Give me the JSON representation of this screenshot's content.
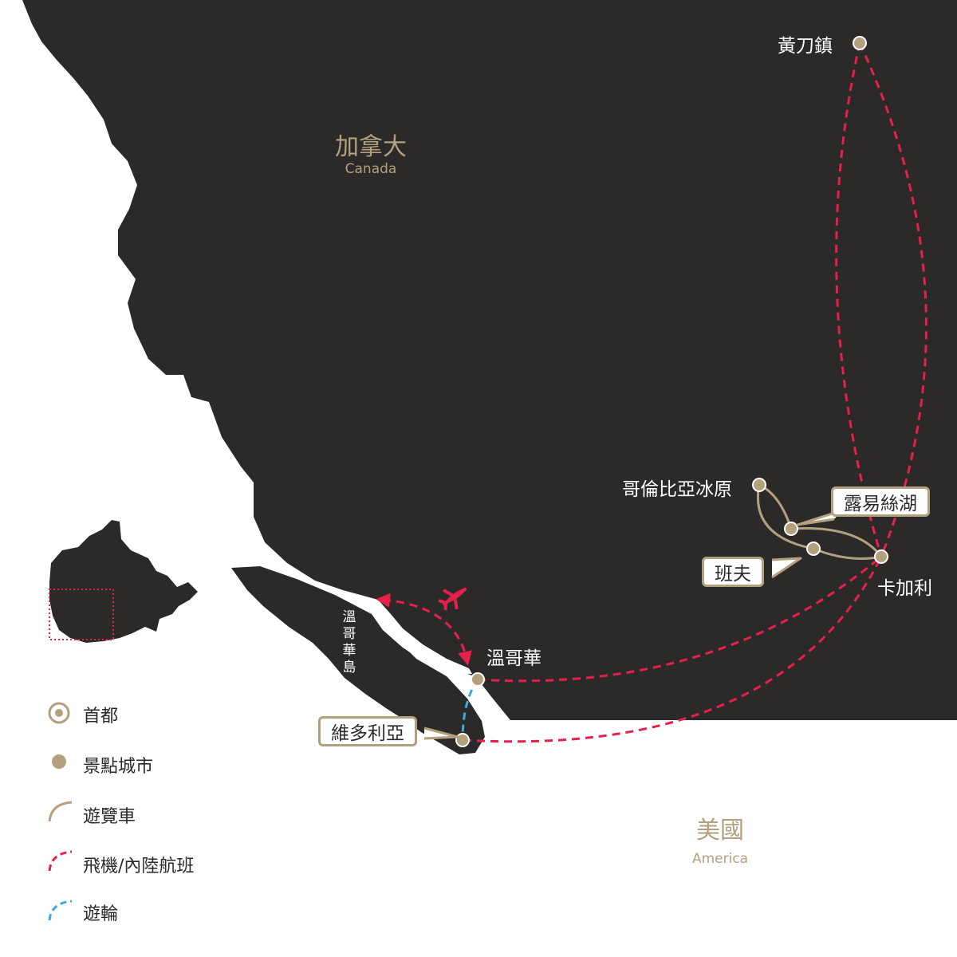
{
  "countries": {
    "canada": {
      "zh": "加拿大",
      "en": "Canada"
    },
    "america": {
      "zh": "美國",
      "en": "America"
    }
  },
  "places": {
    "yellowknife": "黃刀鎮",
    "columbia_icefield": "哥倫比亞冰原",
    "lake_louise": "露易絲湖",
    "banff": "班夫",
    "calgary": "卡加利",
    "vancouver": "溫哥華",
    "victoria": "維多利亞",
    "vancouver_island": [
      "溫",
      "哥",
      "華",
      "島"
    ]
  },
  "legend": {
    "capital": "首都",
    "scenic_city": "景點城市",
    "tour_bus": "遊覽車",
    "flight": "飛機/內陸航班",
    "cruise": "遊輪"
  },
  "colors": {
    "land": "#2b2a29",
    "sea": "#ffffff",
    "gold": "#b3a07e",
    "flight": "#e5204c",
    "cruise": "#3fa9dd"
  },
  "icons": [
    "capital-icon",
    "city-dot-icon",
    "tour-bus-line-icon",
    "flight-line-icon",
    "cruise-line-icon",
    "airplane-icon",
    "inset-canada-map"
  ]
}
